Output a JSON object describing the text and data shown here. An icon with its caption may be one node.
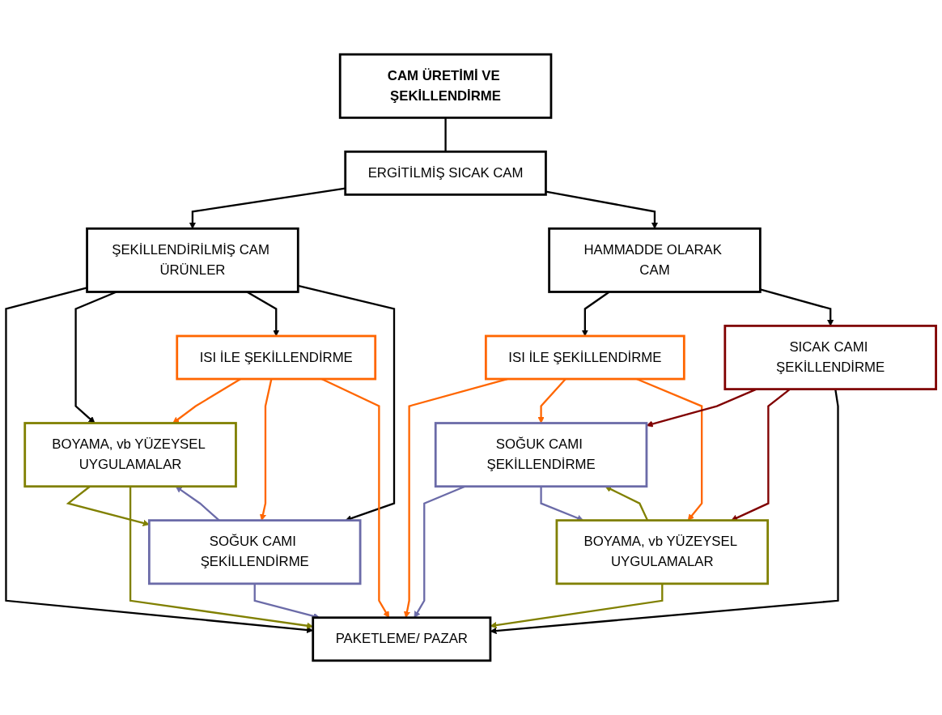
{
  "diagram": {
    "nodes": [
      {
        "text": [
          "CAM ÜRETİMİ VE ŞEKİLLENDİRME"
        ]
      },
      {
        "text": [
          "ERGİTİLMİŞ SICAK CAM"
        ]
      },
      {
        "text": [
          "ŞEKİLLENDİRİLMİŞ CAM ÜRÜNLER"
        ]
      },
      {
        "text": [
          "HAMMADDE OLARAK CAM"
        ]
      },
      {
        "text": [
          "ISI İLE ŞEKİLLENDİRME"
        ]
      },
      {
        "text": [
          "SOĞUK CAMI ŞEKİLLENDİRME"
        ]
      },
      {
        "text": [
          "BOYAMA, vb YÜZEYSEL UYGULAMALAR"
        ]
      },
      {
        "text": [
          "ISI İLE ŞEKİLLENDİRME"
        ]
      },
      {
        "text": [
          "SICAK CAMI ŞEKİLLENDİRME"
        ]
      },
      {
        "text": [
          "SOĞUK CAMI ŞEKİLLENDİRME"
        ]
      },
      {
        "text": [
          "BOYAMA, vb YÜZEYSEL UYGULAMALAR"
        ]
      },
      {
        "text": [
          "PAKETLEME/ PAZAR"
        ]
      }
    ],
    "edges": [
      {
        "from": 0,
        "to": 1,
        "arrow": "none"
      },
      {
        "from": 1,
        "to": 2,
        "arrow": "to"
      },
      {
        "from": 1,
        "to": 3,
        "arrow": "to"
      },
      {
        "from": 2,
        "to": 11,
        "arrow": "to"
      },
      {
        "from": 2,
        "to": 6,
        "arrow": "to"
      },
      {
        "from": 2,
        "to": 4,
        "arrow": "to"
      },
      {
        "from": 2,
        "to": 5,
        "arrow": "to"
      },
      {
        "from": 4,
        "to": 6,
        "arrow": "to",
        "color": "#ff6600"
      },
      {
        "from": 4,
        "to": 5,
        "arrow": "to",
        "color": "#ff6600"
      },
      {
        "from": 4,
        "to": 11,
        "arrow": "to",
        "color": "#ff6600"
      },
      {
        "from": 5,
        "to": 6,
        "arrow": "to",
        "color": "#6b6ba8"
      },
      {
        "from": 6,
        "to": 5,
        "arrow": "to",
        "color": "#808000"
      },
      {
        "from": 5,
        "to": 11,
        "arrow": "to",
        "color": "#6b6ba8"
      },
      {
        "from": 6,
        "to": 11,
        "arrow": "to",
        "color": "#808000"
      },
      {
        "from": 3,
        "to": 7,
        "arrow": "to"
      },
      {
        "from": 3,
        "to": 8,
        "arrow": "to"
      },
      {
        "from": 7,
        "to": 11,
        "arrow": "to",
        "color": "#ff6600"
      },
      {
        "from": 7,
        "to": 9,
        "arrow": "to",
        "color": "#ff6600"
      },
      {
        "from": 7,
        "to": 10,
        "arrow": "to",
        "color": "#ff6600"
      },
      {
        "from": 8,
        "to": 9,
        "arrow": "to",
        "color": "#800000"
      },
      {
        "from": 8,
        "to": 10,
        "arrow": "to",
        "color": "#800000"
      },
      {
        "from": 8,
        "to": 11,
        "arrow": "to"
      },
      {
        "from": 9,
        "to": 11,
        "arrow": "to",
        "color": "#6b6ba8"
      },
      {
        "from": 9,
        "to": 10,
        "arrow": "to",
        "color": "#6b6ba8"
      },
      {
        "from": 10,
        "to": 9,
        "arrow": "to",
        "color": "#808000"
      },
      {
        "from": 10,
        "to": 11,
        "arrow": "to",
        "color": "#808000"
      }
    ]
  }
}
